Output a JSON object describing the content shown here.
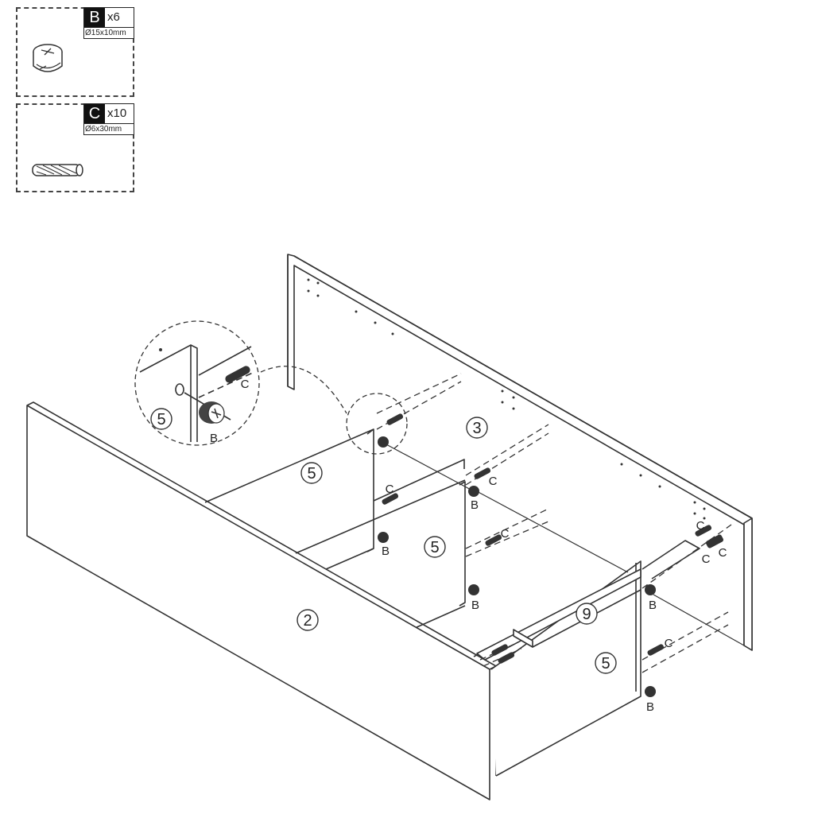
{
  "hardware": [
    {
      "letter": "B",
      "quantity": "x6",
      "dimension": "Ø15x10mm",
      "icon": "cam-lock-icon"
    },
    {
      "letter": "C",
      "quantity": "x10",
      "dimension": "Ø6x30mm",
      "icon": "wooden-dowel-icon"
    }
  ],
  "parts": {
    "front_panel": "2",
    "back_panel": "3",
    "divider_left": "5",
    "divider_middle": "5",
    "divider_right": "5",
    "detail_divider": "5",
    "rail": "9"
  },
  "labels": {
    "cam": "B",
    "dowel": "C"
  }
}
